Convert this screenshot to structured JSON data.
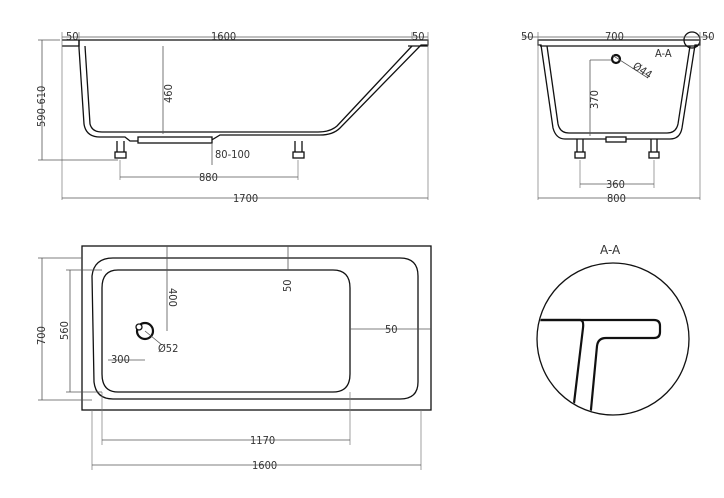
{
  "side_view": {
    "dim_top_left": "50",
    "dim_top_length": "1600",
    "dim_top_right": "50",
    "dim_depth": "460",
    "dim_height": "590-610",
    "dim_feet_height": "80-100",
    "dim_feet_spacing": "880",
    "dim_total_length": "1700"
  },
  "end_view": {
    "dim_left": "50",
    "dim_inner_width": "700",
    "dim_right": "50",
    "section_label": "A-A",
    "drain_diameter": "Ø44",
    "drain_height": "370",
    "dim_feet_spacing": "360",
    "dim_total_width": "800"
  },
  "plan_view": {
    "dim_width": "700",
    "dim_inner_width": "560",
    "dim_drain_offset": "400",
    "dim_rim_top": "50",
    "dim_rim_right": "50",
    "drain_diameter": "Ø52",
    "dim_drain_from_end": "300",
    "dim_inner_length": "1170",
    "dim_total_length": "1600"
  },
  "detail": {
    "title": "A-A"
  }
}
